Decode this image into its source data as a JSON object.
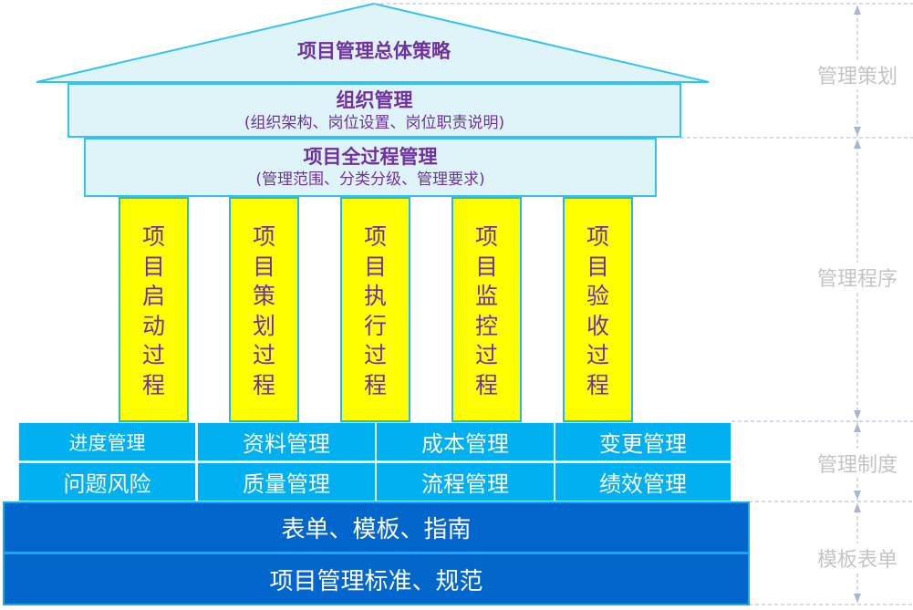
{
  "roof": {
    "title": "项目管理总体策略"
  },
  "organization": {
    "title": "组织管理",
    "subtitle": "(组织架构、岗位设置、岗位职责说明)"
  },
  "process": {
    "title": "项目全过程管理",
    "subtitle": "(管理范围、分类分级、管理要求)"
  },
  "pillars": [
    "项目启动过程",
    "项目策划过程",
    "项目执行过程",
    "项目监控过程",
    "项目验收过程"
  ],
  "systems": {
    "row1": [
      "进度管理",
      "资料管理",
      "成本管理",
      "变更管理"
    ],
    "row2": [
      "问题风险",
      "质量管理",
      "流程管理",
      "绩效管理"
    ]
  },
  "base": [
    "表单、模板、指南",
    "项目管理标准、规范"
  ],
  "side_labels": [
    "管理策划",
    "管理程序",
    "管理制度",
    "模板表单"
  ],
  "colors": {
    "purple": "#7030a0",
    "pillar": "#ffff00",
    "cell": "#00b0f0",
    "base": "#0366cc",
    "tier": "#dff4f9"
  }
}
